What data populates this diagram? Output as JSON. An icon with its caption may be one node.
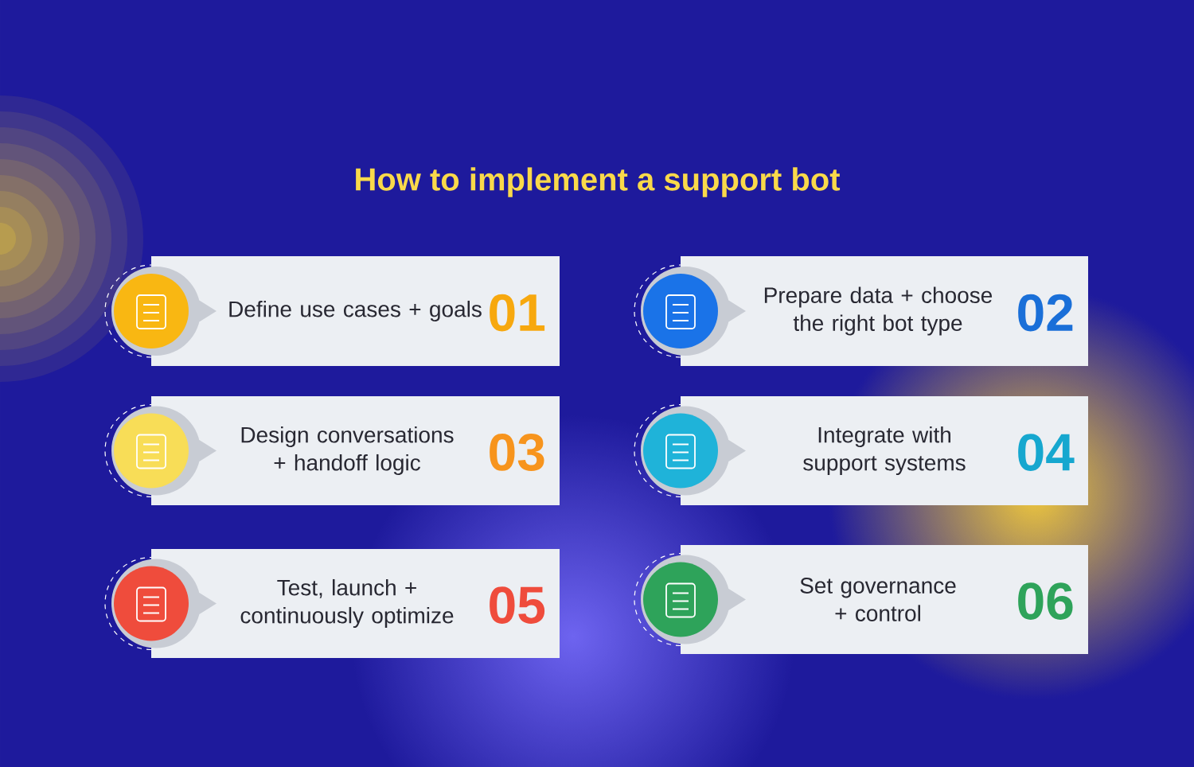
{
  "diagram": {
    "title": "How to implement a support bot",
    "nodes": [
      {
        "text": [
          "Define use cases + goals",
          "01"
        ]
      },
      {
        "text": [
          "Prepare data + choose the right bot type",
          "02"
        ]
      },
      {
        "text": [
          "Design conversations + handoff logic",
          "03"
        ]
      },
      {
        "text": [
          "Integrate with support systems",
          "04"
        ]
      },
      {
        "text": [
          "Test, launch + continuously optimize",
          "05"
        ]
      },
      {
        "text": [
          "Set governance + control",
          "06"
        ]
      }
    ]
  }
}
